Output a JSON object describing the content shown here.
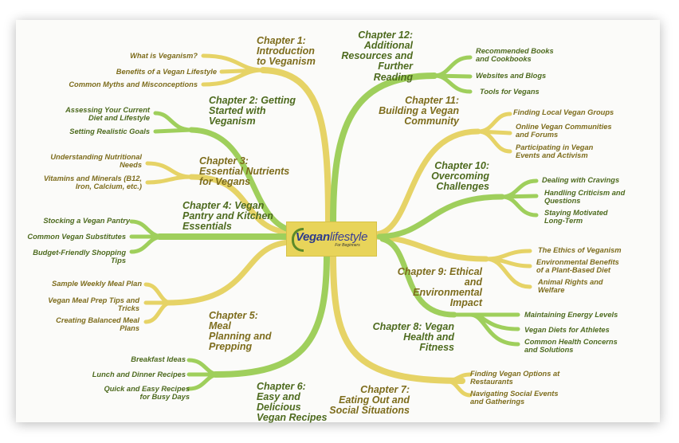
{
  "center": {
    "logo_main": "Vegan",
    "logo_accent": "lifestyle",
    "logo_sub": "For Beginners"
  },
  "colors": {
    "yellow_branch": "#e6d366",
    "green_branch": "#9fcf5c",
    "yellow_text": "#7d6c1c",
    "green_text": "#4d6a1e"
  },
  "chapters": [
    {
      "title": "Chapter 1: Introduction to Veganism",
      "leaves": [
        "What is Veganism?",
        "Benefits of a Vegan Lifestyle",
        "Common Myths and Misconceptions"
      ]
    },
    {
      "title": "Chapter 2: Getting Started with Veganism",
      "leaves": [
        "Assessing Your Current Diet and Lifestyle",
        "Setting Realistic Goals"
      ]
    },
    {
      "title": "Chapter 3: Essential Nutrients for Vegans",
      "leaves": [
        "Understanding Nutritional Needs",
        "Vitamins and Minerals (B12, Iron, Calcium, etc.)"
      ]
    },
    {
      "title": "Chapter 4: Vegan Pantry and Kitchen Essentials",
      "leaves": [
        "Stocking a Vegan Pantry",
        "Common Vegan Substitutes",
        "Budget-Friendly Shopping Tips"
      ]
    },
    {
      "title": "Chapter 5: Meal Planning and Prepping",
      "leaves": [
        "Sample Weekly Meal Plan",
        "Vegan Meal Prep Tips and Tricks",
        "Creating Balanced Meal Plans"
      ]
    },
    {
      "title": "Chapter 6: Easy and Delicious Vegan Recipes",
      "leaves": [
        "Breakfast Ideas",
        "Lunch and Dinner Recipes",
        "Quick and Easy Recipes for Busy Days"
      ]
    },
    {
      "title": "Chapter 7: Eating Out and Social Situations",
      "leaves": [
        "Finding Vegan Options at Restaurants",
        "Navigating Social Events and Gatherings"
      ]
    },
    {
      "title": "Chapter 8: Vegan Health and Fitness",
      "leaves": [
        "Maintaining Energy Levels",
        "Vegan Diets for Athletes",
        "Common Health Concerns and Solutions"
      ]
    },
    {
      "title": "Chapter 9: Ethical and Environmental Impact",
      "leaves": [
        "The Ethics of Veganism",
        "Environmental Benefits of a Plant-Based Diet",
        "Animal Rights and Welfare"
      ]
    },
    {
      "title": "Chapter 10: Overcoming Challenges",
      "leaves": [
        "Dealing with Cravings",
        "Handling Criticism and Questions",
        "Staying Motivated Long-Term"
      ]
    },
    {
      "title": "Chapter 11: Building a Vegan Community",
      "leaves": [
        "Finding Local Vegan Groups",
        "Online Vegan Communities and Forums",
        "Participating in Vegan Events and Activism"
      ]
    },
    {
      "title": "Chapter 12: Additional Resources and Further Reading",
      "leaves": [
        "Recommended Books and Cookbooks",
        "Websites and Blogs",
        "Tools for Vegans"
      ]
    }
  ]
}
